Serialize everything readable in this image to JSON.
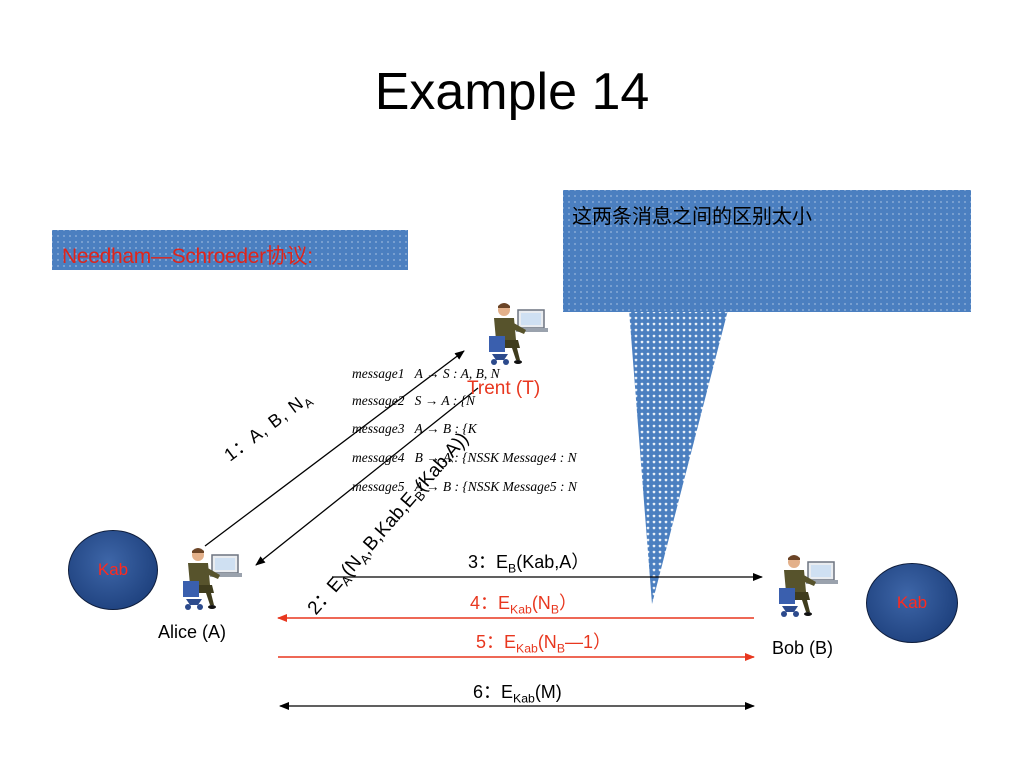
{
  "slide": {
    "title": "Example 14"
  },
  "protocol_label": "Needham—Schroeder协议:",
  "callout": {
    "text": "这两条消息之间的区别太小"
  },
  "messages": [
    {
      "name": "message1",
      "content": "A → S : A, B, N"
    },
    {
      "name": "message2",
      "content": "S → A : {N"
    },
    {
      "name": "message3",
      "content": "A → B : {K"
    },
    {
      "name": "message4",
      "content": "B → A : {NSSK   Message4 : N"
    },
    {
      "name": "message5",
      "content": "A → B : {NSSK   Message5 : N"
    }
  ],
  "participants": {
    "alice": "Alice (A)",
    "bob": "Bob (B)",
    "trent": "Trent (T)"
  },
  "key_labels": {
    "left": "Kab",
    "right": "Kab"
  },
  "edges": {
    "e1": {
      "prefix": "1：A, B, N",
      "sub": "A"
    },
    "e2": {
      "prefix": "2：E",
      "sub1": "A",
      "mid1": "(N",
      "sub2": "A",
      "mid2": ",B,Kab,E",
      "sub3": "B",
      "suffix": "(Kab,A))"
    },
    "e3": {
      "prefix": "3：E",
      "sub": "B",
      "suffix": "(Kab,A）"
    },
    "e4": {
      "prefix": "4：E",
      "sub1": "Kab",
      "mid": "(N",
      "sub2": "B",
      "suffix": "）"
    },
    "e5": {
      "prefix": "5：E",
      "sub1": "Kab",
      "mid": "(N",
      "sub2": "B",
      "suffix": "—1）"
    },
    "e6": {
      "prefix": "6：E",
      "sub": "Kab",
      "suffix": "(M)"
    }
  },
  "colors": {
    "red": "#e8371f",
    "blue_pattern": "#4b7fc0",
    "kab_fill": "#2b4f8e"
  },
  "icons": {
    "person": "person-at-computer-icon"
  }
}
